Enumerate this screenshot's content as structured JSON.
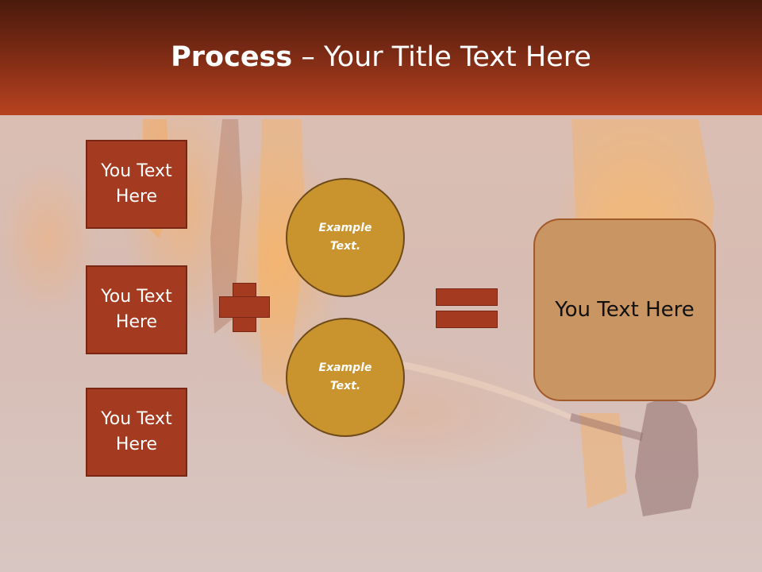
{
  "header": {
    "title_bold": "Process",
    "title_rest": " – Your Title Text Here"
  },
  "left_boxes": [
    {
      "label": "You Text Here"
    },
    {
      "label": "You Text Here"
    },
    {
      "label": "You Text Here"
    }
  ],
  "circles": [
    {
      "label": "Example Text."
    },
    {
      "label": "Example Text."
    }
  ],
  "result": {
    "label": "You Text Here"
  },
  "colors": {
    "header_dark": "#4a1a0c",
    "header_light": "#b84220",
    "box_fill": "#a43a1f",
    "circle_fill": "#c9932e",
    "result_fill": "#c99562"
  },
  "icons": {
    "plus": "plus-icon",
    "equals": "equals-icon"
  }
}
